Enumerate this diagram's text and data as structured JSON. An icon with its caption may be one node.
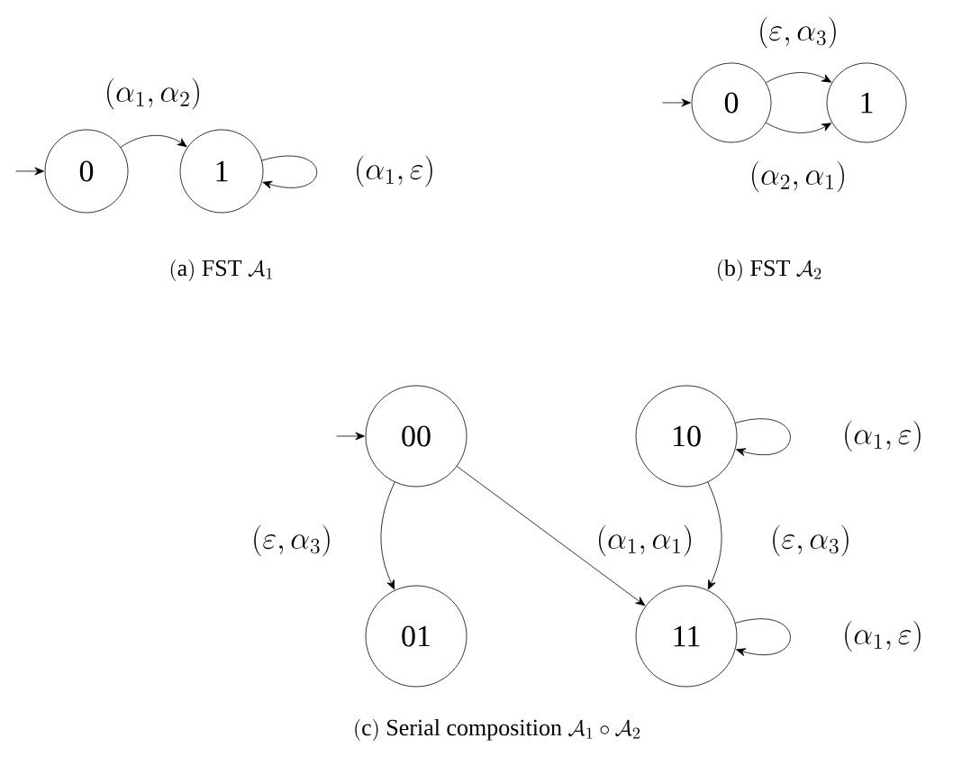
{
  "diagram": {
    "nodes": [
      {
        "text": [
          "0"
        ]
      },
      {
        "text": [
          "1"
        ]
      },
      {
        "text": [
          "0"
        ]
      },
      {
        "text": [
          "1"
        ]
      },
      {
        "text": [
          "00"
        ]
      },
      {
        "text": [
          "10"
        ]
      },
      {
        "text": [
          "01"
        ]
      },
      {
        "text": [
          "11"
        ]
      }
    ],
    "edges": [
      {
        "from": null,
        "to": 0,
        "arrow": "to"
      },
      {
        "from": 0,
        "to": 1,
        "arrow": "to",
        "label": "(\\alpha_1, \\alpha_2)"
      },
      {
        "from": 1,
        "to": 1,
        "arrow": "to",
        "label": "(\\alpha_1, \\varepsilon)"
      },
      {
        "from": null,
        "to": 2,
        "arrow": "to"
      },
      {
        "from": 2,
        "to": 3,
        "arrow": "to",
        "label": "(\\varepsilon, \\alpha_3)"
      },
      {
        "from": 2,
        "to": 3,
        "arrow": "to",
        "label": "(\\alpha_2, \\alpha_1)"
      },
      {
        "from": null,
        "to": 4,
        "arrow": "to"
      },
      {
        "from": 4,
        "to": 6,
        "arrow": "to",
        "label": "(\\varepsilon, \\alpha_3)"
      },
      {
        "from": 4,
        "to": 7,
        "arrow": "to",
        "label": "(\\alpha_1, \\alpha_1)"
      },
      {
        "from": 5,
        "to": 7,
        "arrow": "to",
        "label": "(\\varepsilon, \\alpha_3)"
      },
      {
        "from": 5,
        "to": 5,
        "arrow": "to",
        "label": "(\\alpha_1, \\varepsilon)"
      },
      {
        "from": 7,
        "to": 7,
        "arrow": "to",
        "label": "(\\alpha_1, \\varepsilon)"
      }
    ],
    "labels": [
      "\\mathrm{(a)~FST}~\\mathcal{A}_1",
      "\\mathrm{(b)~FST}~\\mathcal{A}_2",
      "\\mathrm{(c)~Serial~composition}~\\mathcal{A}_1\\circ\\mathcal{A}_2"
    ]
  }
}
